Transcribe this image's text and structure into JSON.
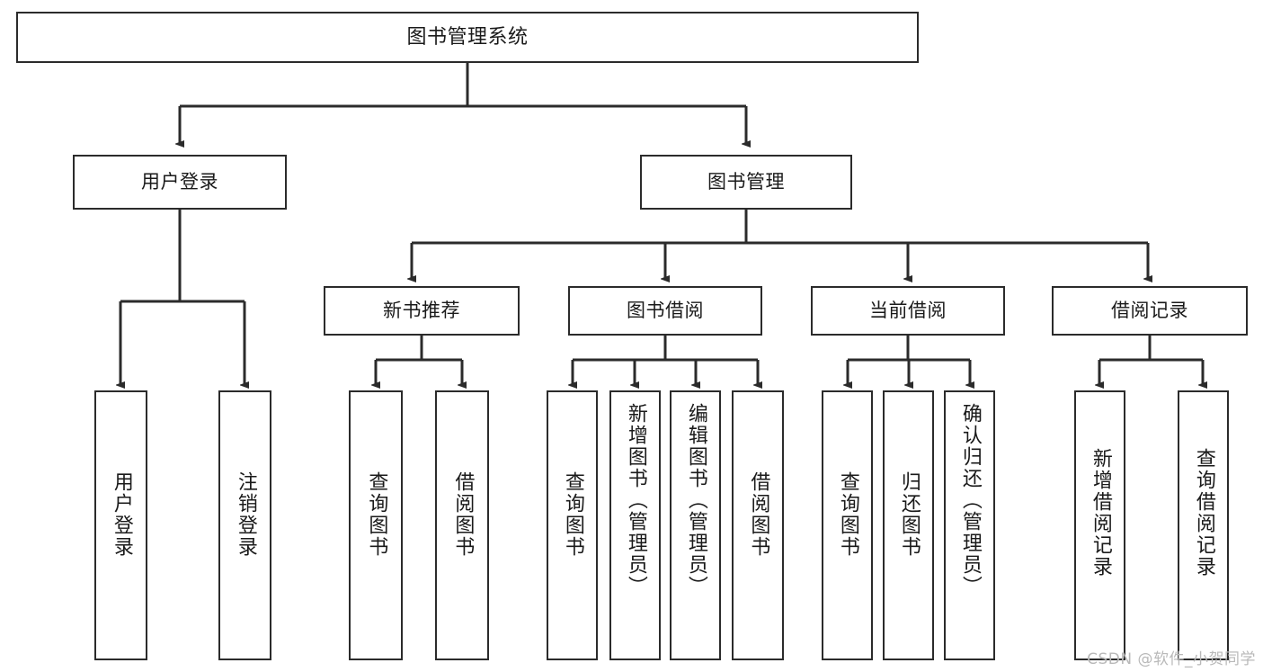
{
  "diagram": {
    "type": "tree",
    "title": "图书管理系统",
    "root": {
      "id": "root",
      "label": "图书管理系统"
    },
    "level1": [
      {
        "id": "user-login",
        "label": "用户登录"
      },
      {
        "id": "book-manage",
        "label": "图书管理"
      }
    ],
    "level2": [
      {
        "id": "new-book-rec",
        "label": "新书推荐",
        "parent": "book-manage"
      },
      {
        "id": "book-borrow",
        "label": "图书借阅",
        "parent": "book-manage"
      },
      {
        "id": "current-borrow",
        "label": "当前借阅",
        "parent": "book-manage"
      },
      {
        "id": "borrow-record",
        "label": "借阅记录",
        "parent": "book-manage"
      }
    ],
    "leaves": {
      "user_login": [
        {
          "id": "leaf-user-login",
          "label": "用户登录"
        },
        {
          "id": "leaf-logout",
          "label": "注销登录"
        }
      ],
      "new_book_rec": [
        {
          "id": "leaf-query-book-1",
          "label": "查询图书"
        },
        {
          "id": "leaf-borrow-book-1",
          "label": "借阅图书"
        }
      ],
      "book_borrow": [
        {
          "id": "leaf-query-book-2",
          "label": "查询图书"
        },
        {
          "id": "leaf-add-book",
          "label": "新增图书（管理员）"
        },
        {
          "id": "leaf-edit-book",
          "label": "编辑图书（管理员）"
        },
        {
          "id": "leaf-borrow-book-2",
          "label": "借阅图书"
        }
      ],
      "current_borrow": [
        {
          "id": "leaf-query-book-3",
          "label": "查询图书"
        },
        {
          "id": "leaf-return-book",
          "label": "归还图书"
        },
        {
          "id": "leaf-confirm-return",
          "label": "确认归还（管理员）"
        }
      ],
      "borrow_record": [
        {
          "id": "leaf-add-record",
          "label": "新增借阅记录"
        },
        {
          "id": "leaf-query-record",
          "label": "查询借阅记录"
        }
      ]
    }
  },
  "watermark": {
    "text": "CSDN @软件_小贺同学"
  },
  "colors": {
    "stroke": "#2b2b2b",
    "fill": "#ffffff",
    "text": "#1a1a1a",
    "watermark": "#b9b9b9"
  }
}
